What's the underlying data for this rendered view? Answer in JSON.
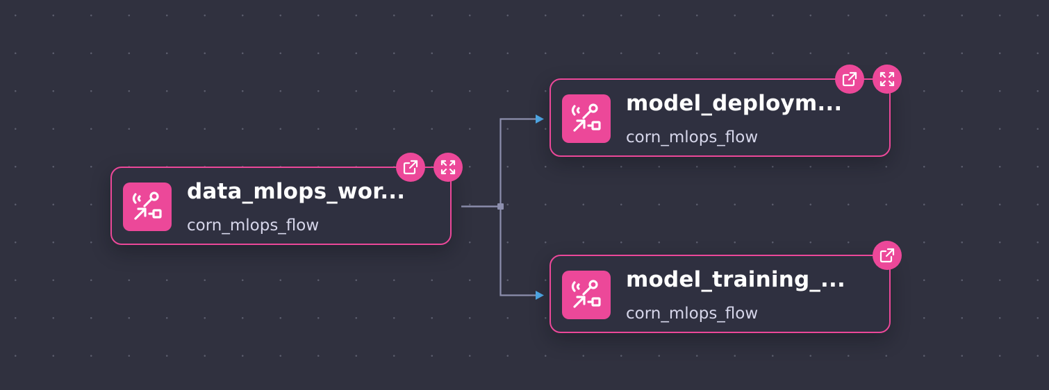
{
  "canvas": {
    "background": "#30313f",
    "dot_color": "#5b5d6d",
    "edge_color": "#8d8fae",
    "arrow_color": "#4fa9e8",
    "accent": "#ec4899"
  },
  "nodes": [
    {
      "id": "data",
      "title": "data_mlops_wor...",
      "subtitle": "corn_mlops_flow",
      "icon": "workflow-icon",
      "actions": [
        "open-external-icon",
        "expand-icon"
      ]
    },
    {
      "id": "deploy",
      "title": "model_deploym...",
      "subtitle": "corn_mlops_flow",
      "icon": "workflow-icon",
      "actions": [
        "open-external-icon",
        "expand-icon"
      ]
    },
    {
      "id": "train",
      "title": "model_training_...",
      "subtitle": "corn_mlops_flow",
      "icon": "workflow-icon",
      "actions": [
        "open-external-icon"
      ]
    }
  ],
  "edges": [
    {
      "from": "data",
      "to": "deploy"
    },
    {
      "from": "data",
      "to": "train"
    }
  ]
}
